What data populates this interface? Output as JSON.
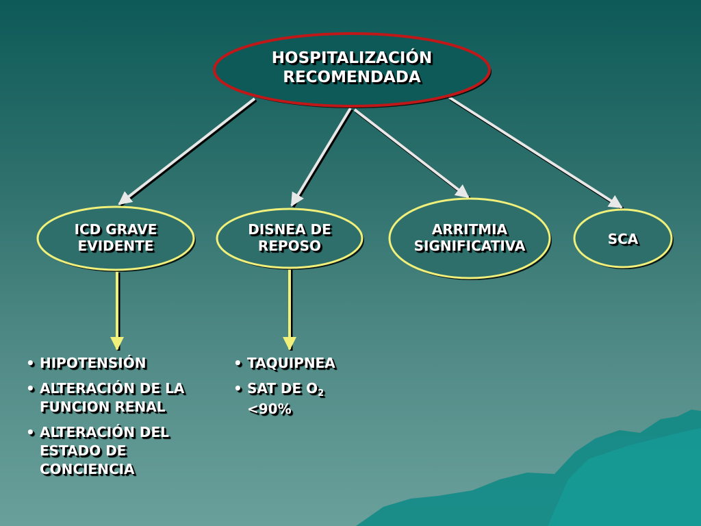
{
  "root": {
    "lines": [
      "HOSPITALIZACIÓN",
      "RECOMENDADA"
    ]
  },
  "nodes": [
    {
      "id": "icd",
      "lines": [
        "ICD GRAVE",
        "EVIDENTE"
      ]
    },
    {
      "id": "disnea",
      "lines": [
        "DISNEA DE",
        "REPOSO"
      ]
    },
    {
      "id": "arritmia",
      "lines": [
        "ARRITMIA",
        "SIGNIFICATIVA"
      ]
    },
    {
      "id": "sca",
      "lines": [
        "SCA"
      ]
    }
  ],
  "icd_bullets": [
    {
      "lines": [
        "HIPOTENSIÓN"
      ]
    },
    {
      "lines": [
        "ALTERACIÓN DE LA",
        "FUNCION RENAL"
      ]
    },
    {
      "lines": [
        "ALTERACIÓN DEL",
        "ESTADO DE",
        "CONCIENCIA"
      ]
    }
  ],
  "disnea_bullets": {
    "item1": "TAQUIPNEA",
    "item2_prefix": "SAT DE O",
    "item2_sub": "2",
    "item2_line2": "<90%"
  },
  "colors": {
    "root_border": "#c01818",
    "root_fill": "#0d5a58",
    "node_border": "#f0f07a",
    "white_arrow": "#e8e8e8",
    "yellow_arrow": "#f0f07a"
  }
}
